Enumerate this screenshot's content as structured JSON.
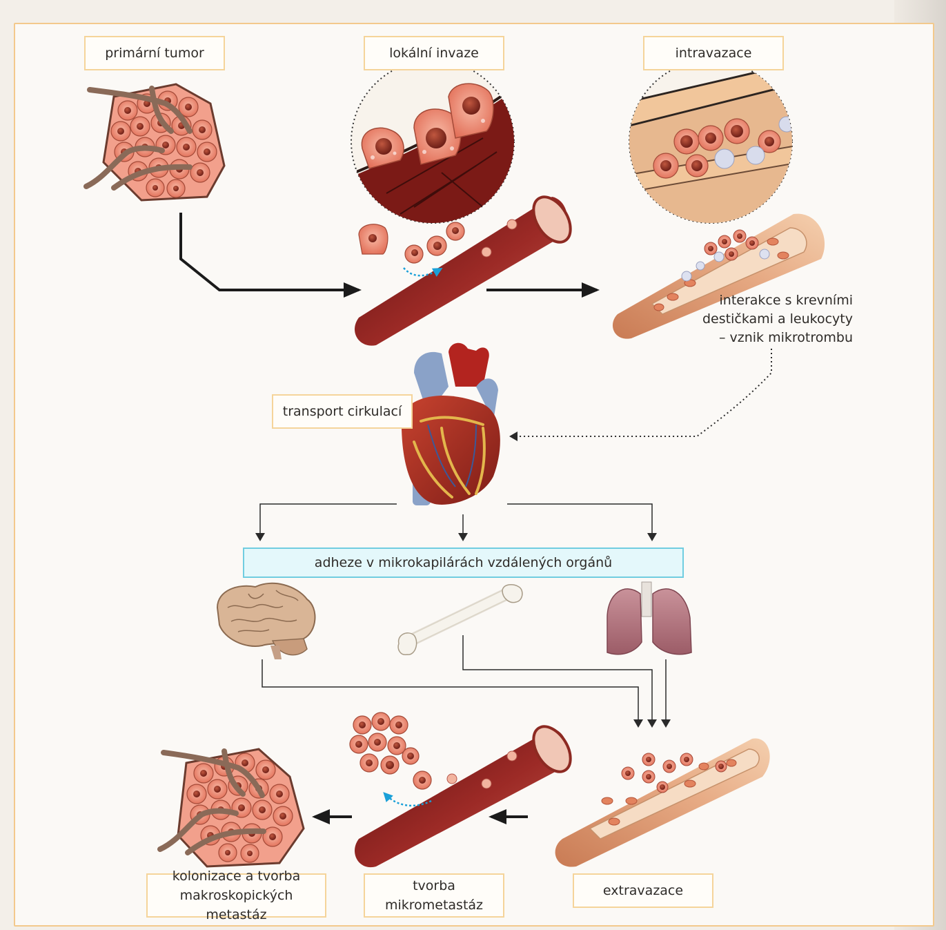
{
  "labels": {
    "primary_tumor": "primární tumor",
    "local_invasion": "lokální invaze",
    "intravasation": "intravazace",
    "platelets_note": [
      "interakce s krevními",
      "destičkami a leukocyty",
      "– vznik mikrotrombu"
    ],
    "circulation": "transport cirkulací",
    "adhesion": "adheze v mikrokapilárách vzdálených orgánů",
    "extravasation": "extravazace",
    "micrometastasis": [
      "tvorba",
      "mikrometastáz"
    ],
    "colonization": [
      "kolonizace a tvorba",
      "makroskopických metastáz"
    ]
  },
  "colors": {
    "label_border": "#f5d49a",
    "adhesion_fill": "#e4f8fb",
    "adhesion_border": "#70cde0",
    "vessel": "#8b1f1f",
    "tumor_cell": "#f08a74",
    "arrow_blue": "#1aa0d8"
  },
  "icons": [
    "tumor-illustration",
    "vessel-illustration",
    "heart-illustration",
    "brain-illustration",
    "bone-illustration",
    "lungs-illustration"
  ]
}
